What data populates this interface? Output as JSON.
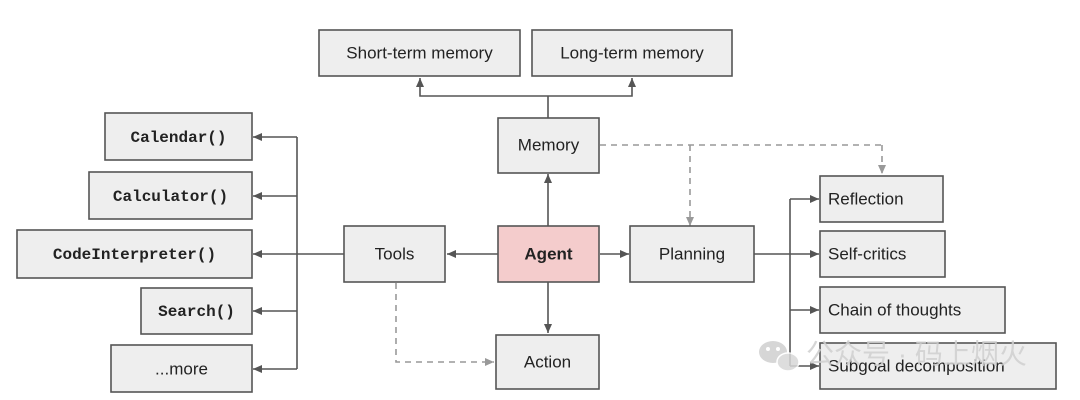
{
  "nodes": {
    "short_term_memory": "Short-term memory",
    "long_term_memory": "Long-term memory",
    "memory": "Memory",
    "agent": "Agent",
    "tools": "Tools",
    "planning": "Planning",
    "action": "Action",
    "calendar": "Calendar()",
    "calculator": "Calculator()",
    "code_interpreter": "CodeInterpreter()",
    "search": "Search()",
    "more": "...more",
    "reflection": "Reflection",
    "self_critics": "Self-critics",
    "chain_of_thoughts": "Chain of thoughts",
    "subgoal_decomposition": "Subgoal decomposition"
  },
  "watermark": {
    "text": "公众号 · 码上烟火",
    "icon": "wechat-icon"
  },
  "colors": {
    "node_fill": "#eeeeee",
    "agent_fill": "#f4cccc",
    "stroke": "#555555",
    "dashed": "#999999"
  }
}
